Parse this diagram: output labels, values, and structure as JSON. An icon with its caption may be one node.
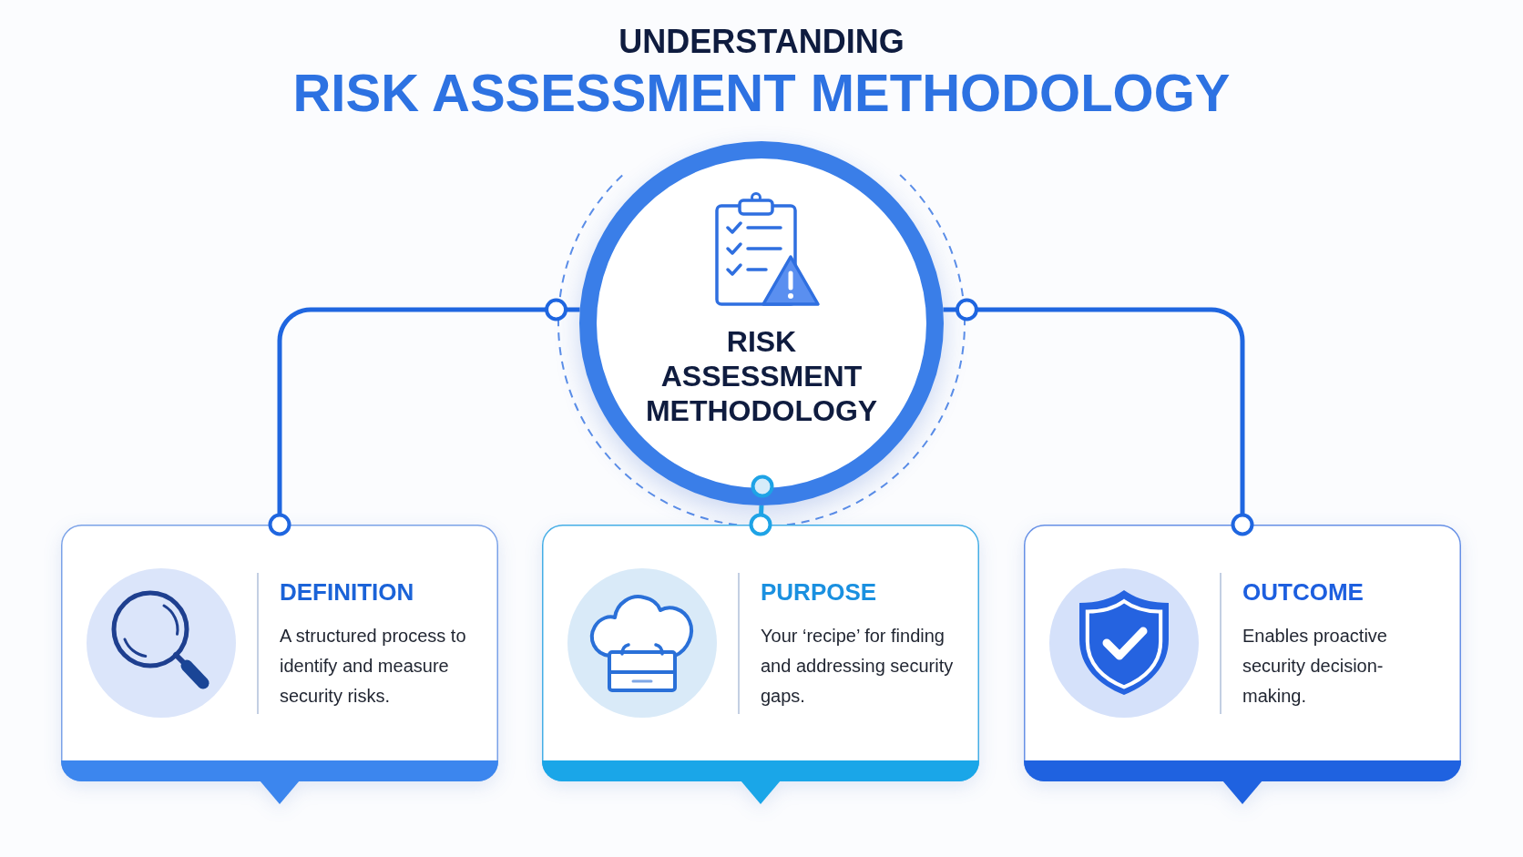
{
  "diagram": {
    "title": "RISK ASSESSMENT METHODOLOGY",
    "nodes": [
      {
        "text": [
          "RISK ASSESSMENT METHODOLOGY"
        ]
      },
      {
        "text": [
          "DEFINITION",
          "A structured process to identify and measure security risks."
        ]
      },
      {
        "text": [
          "PURPOSE",
          "Your ‘recipe’ for finding and addressing security gaps."
        ]
      },
      {
        "text": [
          "OUTCOME",
          "Enables proactive security decision-making."
        ]
      }
    ],
    "edges": [
      {
        "from": 0,
        "to": 1,
        "arrow": "other"
      },
      {
        "from": 0,
        "to": 2,
        "arrow": "other",
        "color": "#1ea3e6"
      },
      {
        "from": 0,
        "to": 3,
        "arrow": "other"
      }
    ],
    "labels": [
      "UNDERSTANDING"
    ]
  }
}
